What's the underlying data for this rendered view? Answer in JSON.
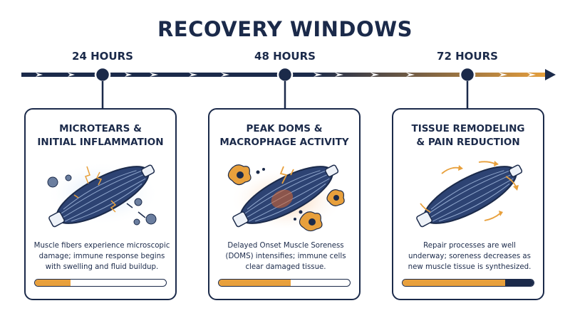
{
  "title": "RECOVERY WINDOWS",
  "colors": {
    "navy": "#1b2a4a",
    "orange": "#e8a03c",
    "muscle": "#2d4373"
  },
  "windows": [
    {
      "hour": "24 HOURS",
      "title": "MICROTEARS &\nINITIAL INFLAMMATION",
      "illustration": "muscle-microtears-icon",
      "description": "Muscle fibers experience microscopic\ndamage; immune response begins\nwith swelling and fluid buildup.",
      "progress": 0.27,
      "progress_style": "orange"
    },
    {
      "hour": "48 HOURS",
      "title": "PEAK DOMS &\nMACROPHAGE ACTIVITY",
      "illustration": "muscle-macrophage-icon",
      "description": "Delayed Onset Muscle Soreness\n(DOMS) intensifies; immune cells\nclear damaged tissue.",
      "progress": 0.55,
      "progress_style": "orange"
    },
    {
      "hour": "72 HOURS",
      "title": "TISSUE REMODELING\n& PAIN REDUCTION",
      "illustration": "muscle-remodeling-icon",
      "description": "Repair processes are well\nunderway; soreness decreases as\nnew muscle tissue is synthesized.",
      "progress": 1.0,
      "progress_style": "orange-navy"
    }
  ]
}
